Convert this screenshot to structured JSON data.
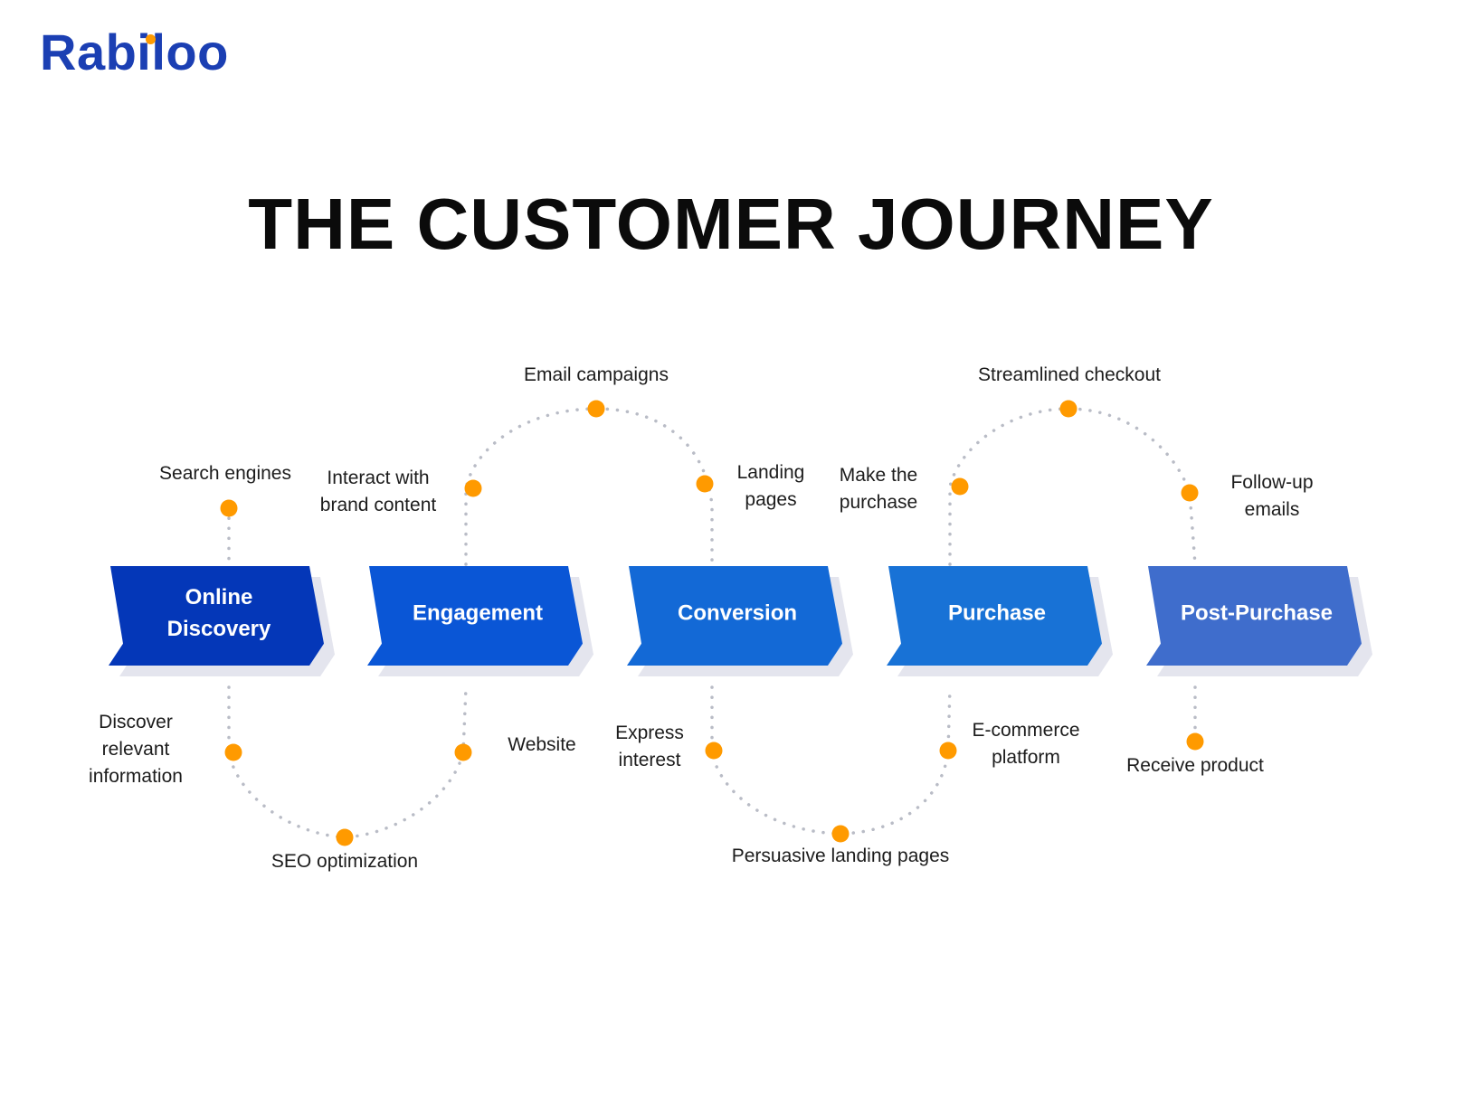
{
  "brand": {
    "name": "Rabiloo",
    "text_color": "#1b3fb3",
    "accent_color": "#ff9a00"
  },
  "title": "THE CUSTOMER JOURNEY",
  "stages": [
    {
      "label": "Online\nDiscovery",
      "color": "#0437b8"
    },
    {
      "label": "Engagement",
      "color": "#0a56d6"
    },
    {
      "label": "Conversion",
      "color": "#1369d6"
    },
    {
      "label": "Purchase",
      "color": "#1872d6"
    },
    {
      "label": "Post-Purchase",
      "color": "#3f6dcc"
    }
  ],
  "touchpoints": [
    "Search engines",
    "Discover\nrelevant\ninformation",
    "SEO optimization",
    "Website",
    "Interact with\nbrand content",
    "Email campaigns",
    "Landing\npages",
    "Express\ninterest",
    "Persuasive landing pages",
    "E-commerce\nplatform",
    "Make the\npurchase",
    "Streamlined checkout",
    "Follow-up\nemails",
    "Receive product"
  ],
  "colors": {
    "dot": "#ff9a00",
    "path": "#b9bcc6",
    "shadow": "#e4e5ee",
    "title": "#0b0b0b",
    "label": "#1c1c1c"
  }
}
